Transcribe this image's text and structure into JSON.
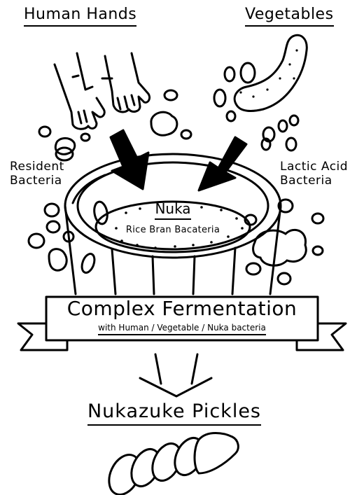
{
  "labels": {
    "human_hands": "Human Hands",
    "vegetables": "Vegetables",
    "resident_bacteria_line1": "Resident",
    "resident_bacteria_line2": "Bacteria",
    "lactic_acid_line1": "Lactic Acid",
    "lactic_acid_line2": "Bacteria",
    "nuka": "Nuka",
    "rice_bran": "Rice Bran Bacateria",
    "banner_title": "Complex Fermentation",
    "banner_subtitle": "with Human / Vegetable / Nuka bacteria",
    "result": "Nukazuke Pickles"
  },
  "icons": [
    "hand-icon",
    "vegetable-icon",
    "bacteria-icon",
    "arrow-down-icon",
    "barrel-icon",
    "banner-icon",
    "pickle-icon"
  ],
  "colors": {
    "ink": "#000000",
    "paper": "#ffffff"
  }
}
